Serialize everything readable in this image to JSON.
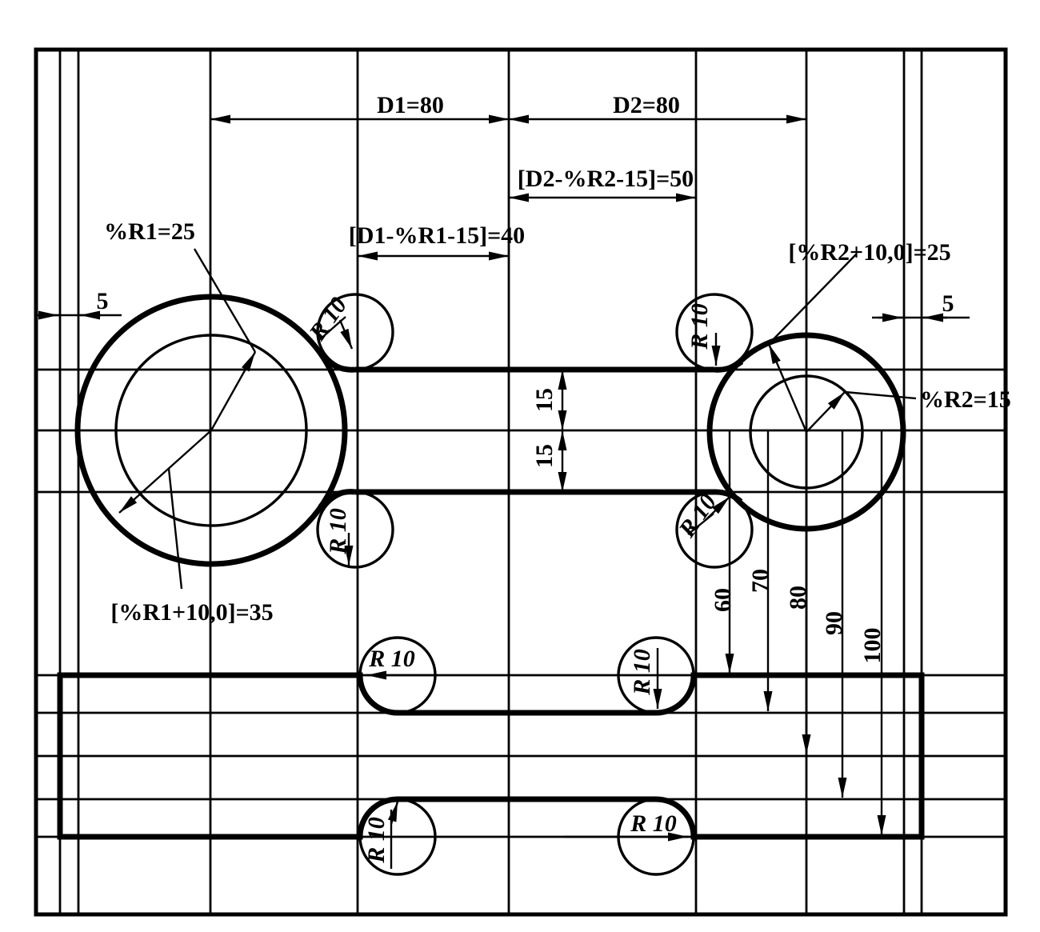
{
  "drawing": {
    "labels": {
      "d1": "D1=80",
      "d2": "D2=80",
      "d2_formula": "[D2-%R2-15]=50",
      "d1_formula": "[D1-%R1-15]=40",
      "r1": "%R1=25",
      "r1_formula": "[%R1+10,0]=35",
      "r2": "%R2=15",
      "r2_formula": "[%R2+10,0]=25",
      "edge_gap_left": "5",
      "edge_gap_right": "5",
      "half_width_upper": "15",
      "half_width_lower": "15",
      "offset_60": "60",
      "offset_70": "70",
      "offset_80": "80",
      "offset_90": "90",
      "offset_100": "100",
      "fillet_radius": "R 10"
    }
  }
}
